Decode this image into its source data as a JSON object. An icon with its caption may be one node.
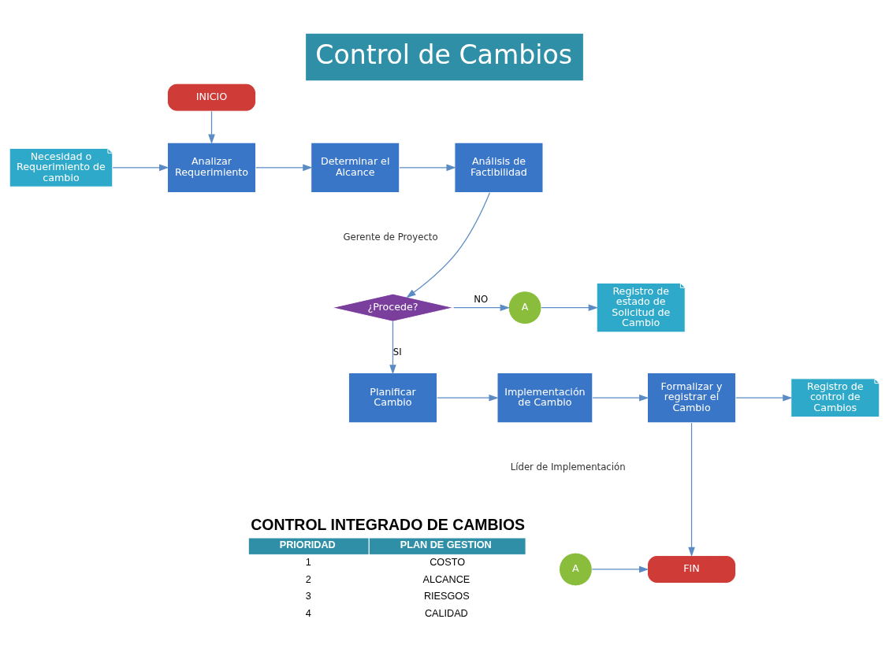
{
  "diagram": {
    "title": "Control de Cambios",
    "nodes": [
      {
        "text": [
          "INICIO"
        ]
      },
      {
        "text": [
          "Necesidad o Requerimiento de cambio"
        ]
      },
      {
        "text": [
          "Analizar Requerimiento"
        ]
      },
      {
        "text": [
          "Determinar el Alcance"
        ]
      },
      {
        "text": [
          "Análisis de Factibilidad"
        ]
      },
      {
        "text": [
          "¿Procede?"
        ]
      },
      {
        "text": [
          "A"
        ]
      },
      {
        "text": [
          "Registro de estado de Solicitud de Cambio"
        ]
      },
      {
        "text": [
          "Planificar Cambio"
        ]
      },
      {
        "text": [
          "Implementación de Cambio"
        ]
      },
      {
        "text": [
          "Formalizar y registrar el Cambio"
        ]
      },
      {
        "text": [
          "Registro de control de Cambios"
        ]
      },
      {
        "text": [
          "A"
        ]
      },
      {
        "text": [
          "FIN"
        ]
      }
    ],
    "edges": [
      {
        "from": 0,
        "to": 2,
        "arrow": "to"
      },
      {
        "from": 1,
        "to": 2,
        "arrow": "to"
      },
      {
        "from": 2,
        "to": 3,
        "arrow": "to"
      },
      {
        "from": 3,
        "to": 4,
        "arrow": "to"
      },
      {
        "from": 4,
        "to": 5,
        "arrow": "to"
      },
      {
        "from": 5,
        "to": 6,
        "arrow": "to",
        "label": "NO"
      },
      {
        "from": 6,
        "to": 7,
        "arrow": "to"
      },
      {
        "from": 5,
        "to": 8,
        "arrow": "to",
        "label": "SI"
      },
      {
        "from": 8,
        "to": 9,
        "arrow": "to"
      },
      {
        "from": 9,
        "to": 10,
        "arrow": "to"
      },
      {
        "from": 10,
        "to": 11,
        "arrow": "to"
      },
      {
        "from": 10,
        "to": 13,
        "arrow": "to"
      },
      {
        "from": 12,
        "to": 13,
        "arrow": "to"
      }
    ],
    "labels": [
      "Gerente de Proyecto",
      "Líder de Implementación",
      "CONTROL INTEGRADO DE CAMBIOS",
      "PRIORIDAD",
      "PLAN DE GESTION",
      "1",
      "COSTO",
      "2",
      "ALCANCE",
      "3",
      "RIESGOS",
      "4",
      "CALIDAD"
    ]
  }
}
